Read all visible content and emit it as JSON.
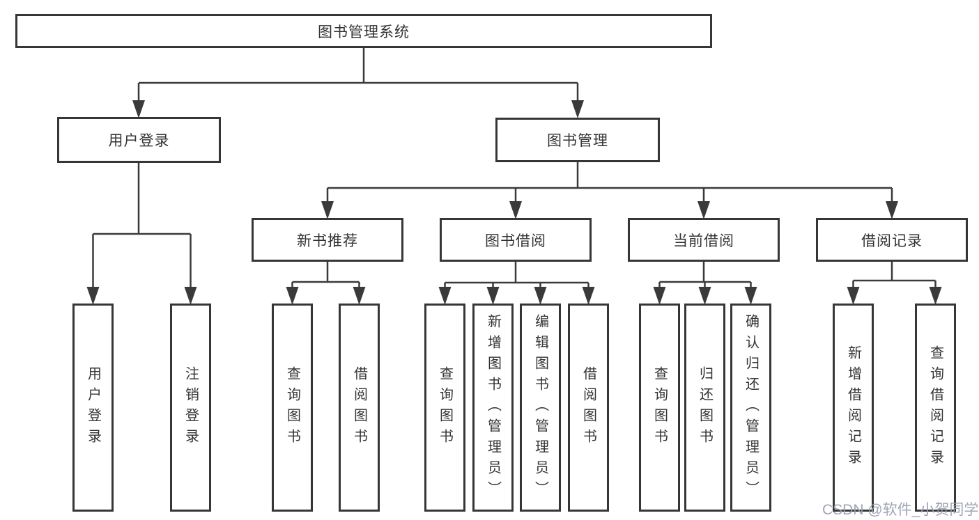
{
  "diagram": {
    "nodes": {
      "root": "图书管理系统",
      "user_login": "用户登录",
      "book_mgmt": "图书管理",
      "new_book_rec": "新书推荐",
      "book_borrow": "图书借阅",
      "current_borrow": "当前借阅",
      "borrow_records": "借阅记录",
      "login_children": [
        "用户登录",
        "注销登录"
      ],
      "rec_children": [
        "查询图书",
        "借阅图书"
      ],
      "borrow_children": [
        "查询图书",
        "新增图书（管理员）",
        "编辑图书（管理员）",
        "借阅图书"
      ],
      "current_children": [
        "查询图书",
        "归还图书",
        "确认归还（管理员）"
      ],
      "records_children": [
        "新增借阅记录",
        "查询借阅记录"
      ]
    }
  },
  "watermark": "CSDN @软件_小贺同学",
  "colors": {
    "line": "#3a3a3a",
    "border": "#363636",
    "text": "#333333",
    "background": "#ffffff",
    "watermark": "#9aa0b2"
  }
}
